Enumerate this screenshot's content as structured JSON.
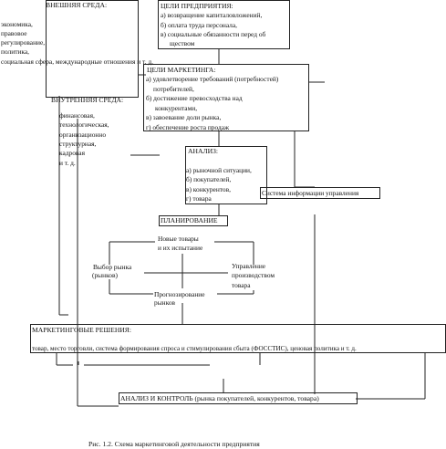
{
  "external": {
    "title": "ВНЕШНЯЯ СРЕДА:",
    "lines": [
      "экономика,",
      "правовое",
      "регулирование,",
      "политика,",
      "социальная сфера, международные отношения и т. д."
    ]
  },
  "enterprise_goals": {
    "title": "ЦЕЛИ ПРЕДПРИЯТИЯ:",
    "lines": [
      "а) возвращение капиталовложений,",
      "б) оплата труда персонала,",
      "в) социальные обязанности перед об",
      "ществом"
    ]
  },
  "marketing_goals": {
    "title": "ЦЕЛИ МАРКЕТИНГА:",
    "lines": [
      "а) удовлетворение требований (потребностей)",
      "потребителей,",
      "б) достижение превосходства над",
      "конкурентами,",
      "в) завоевание доли рынка,",
      "г) обеспечение роста продаж"
    ]
  },
  "internal": {
    "title": "ВНУТРЕННЯЯ СРЕДА:",
    "lines": [
      "финансовая,",
      "технологическая,",
      "организационно",
      "структурная,",
      "кадровая",
      "и т. д."
    ]
  },
  "analysis": {
    "title": "АНАЛИЗ:",
    "lines": [
      "а) рыночной ситуации,",
      "б) покупателей,",
      "в) конкурентов,",
      "г) товара"
    ]
  },
  "mis": {
    "label": "Система информации управления"
  },
  "planning": {
    "title": "ПЛАНИРОВАНИЕ",
    "new_products": [
      "Новые товары",
      "и их испытание"
    ],
    "market_choice": [
      "Выбор рынка",
      "(рынков)"
    ],
    "production_mgmt": [
      "Управление",
      "производством",
      "товара"
    ],
    "forecasting": [
      "Прогнозирование",
      "рынков"
    ]
  },
  "decisions": {
    "title": "МАРКЕТИНГОВЫЕ РЕШЕНИЯ:",
    "line": "товар, место торговли, система формирования спроса и стимулирования сбыта (ФОССТИС), ценовая политика и т. д."
  },
  "control": {
    "label": "АНАЛИЗ И КОНТРОЛЬ (рынка покупателей, конкурентов, товара)"
  },
  "caption": "Рис. 1.2. Схема маркетинговой деятельности предприятия",
  "colors": {
    "ink": "#111111",
    "line": "#222222",
    "background": "#ffffff"
  }
}
